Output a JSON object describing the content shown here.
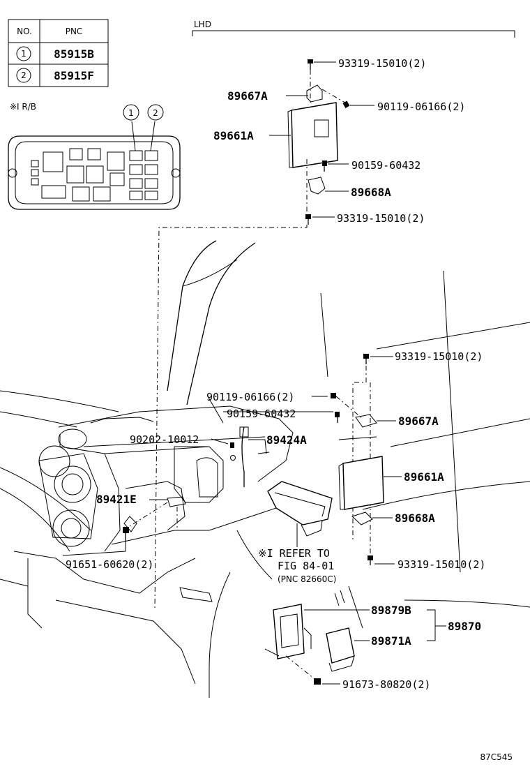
{
  "pnc_table": {
    "header_no": "NO.",
    "header_pnc": "PNC",
    "rows": [
      {
        "no": "1",
        "pnc": "85915B"
      },
      {
        "no": "2",
        "pnc": "85915F"
      }
    ]
  },
  "relay_block": {
    "caption": "※I R/B",
    "marker_1": "1",
    "marker_2": "2"
  },
  "lhd_label": "LHD",
  "labels": {
    "bolt_top_1": "93319-15010(2)",
    "bracket_top_a": "89667A",
    "screw_top_1": "90119-06166(2)",
    "ecu_top": "89661A",
    "screw_top_2": "90159-60432",
    "bracket_top_b": "89668A",
    "bolt_top_2": "93319-15010(2)",
    "bolt_mid_1": "93319-15010(2)",
    "screw_mid_1": "90119-06166(2)",
    "screw_mid_2": "90159-60432",
    "bracket_mid_a": "89667A",
    "clip_mid": "90202-10012",
    "sensor_mid": "89424A",
    "ecu_mid": "89661A",
    "sensor_left": "89421E",
    "bracket_mid_b": "89668A",
    "refer_1": "※I REFER TO",
    "refer_2": "FIG 84-01",
    "refer_3": "(PNC 82660C)",
    "bolt_left": "91651-60620(2)",
    "bolt_mid_2": "93319-15010(2)",
    "bracket_low": "89879B",
    "assembly_low": "89870",
    "module_low": "89871A",
    "bolt_low": "91673-80820(2)"
  },
  "figure_code": "87C545"
}
